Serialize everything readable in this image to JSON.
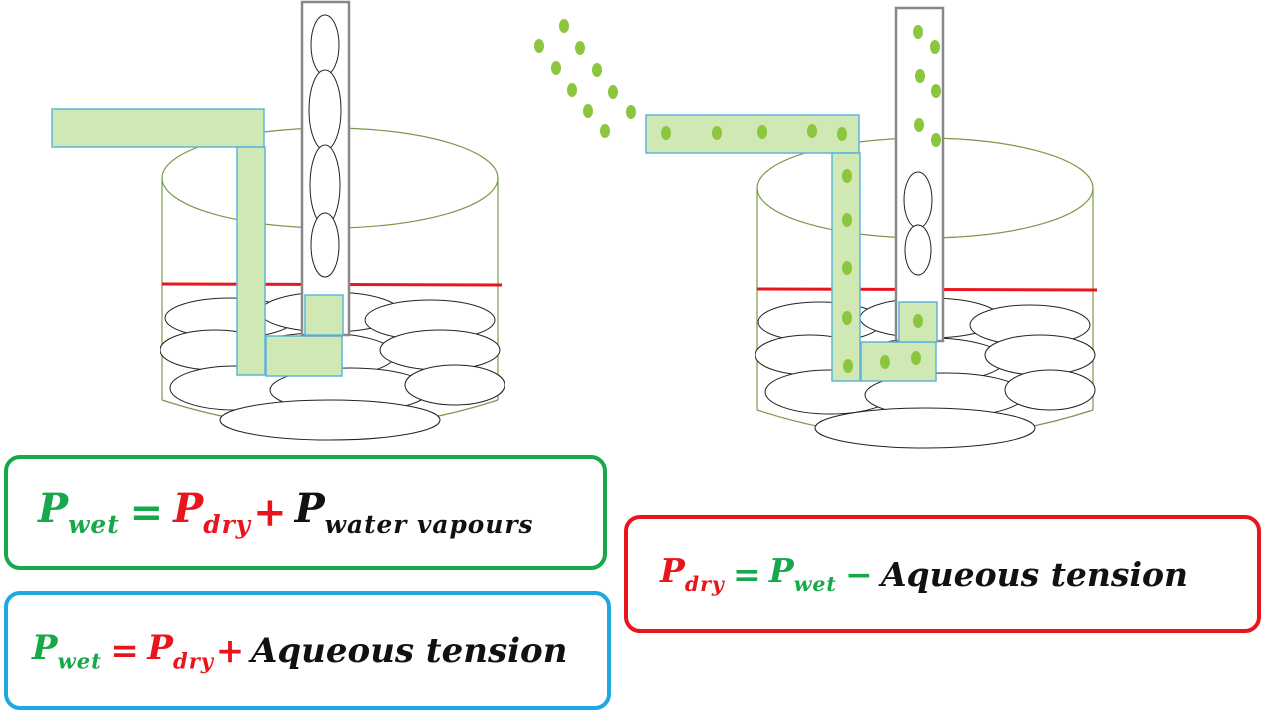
{
  "colors": {
    "green": "#17a84b",
    "red": "#e8151d",
    "blue": "#1ea7e1",
    "tube_fill": "#cfe8b4",
    "tube_border": "#5bb6dd",
    "vapour_dot": "#8cc63f",
    "beaker_outline": "#7a9a4a"
  },
  "equations": {
    "eq1": {
      "lhs_var": "P",
      "lhs_sub": "wet",
      "equals": "=",
      "term1_var": "P",
      "term1_sub": "dry",
      "plus": "+",
      "term2_var": "P",
      "term2_sub": "water vapours"
    },
    "eq2": {
      "lhs_var": "P",
      "lhs_sub": "wet",
      "equals": "=",
      "term1_var": "P",
      "term1_sub": "dry",
      "plus": "+",
      "term2": "Aqueous tension"
    },
    "eq3": {
      "lhs_var": "P",
      "lhs_sub": "dry",
      "equals": "=",
      "term1_var": "P",
      "term1_sub": "wet",
      "minus": "−",
      "term2": "Aqueous tension"
    }
  }
}
